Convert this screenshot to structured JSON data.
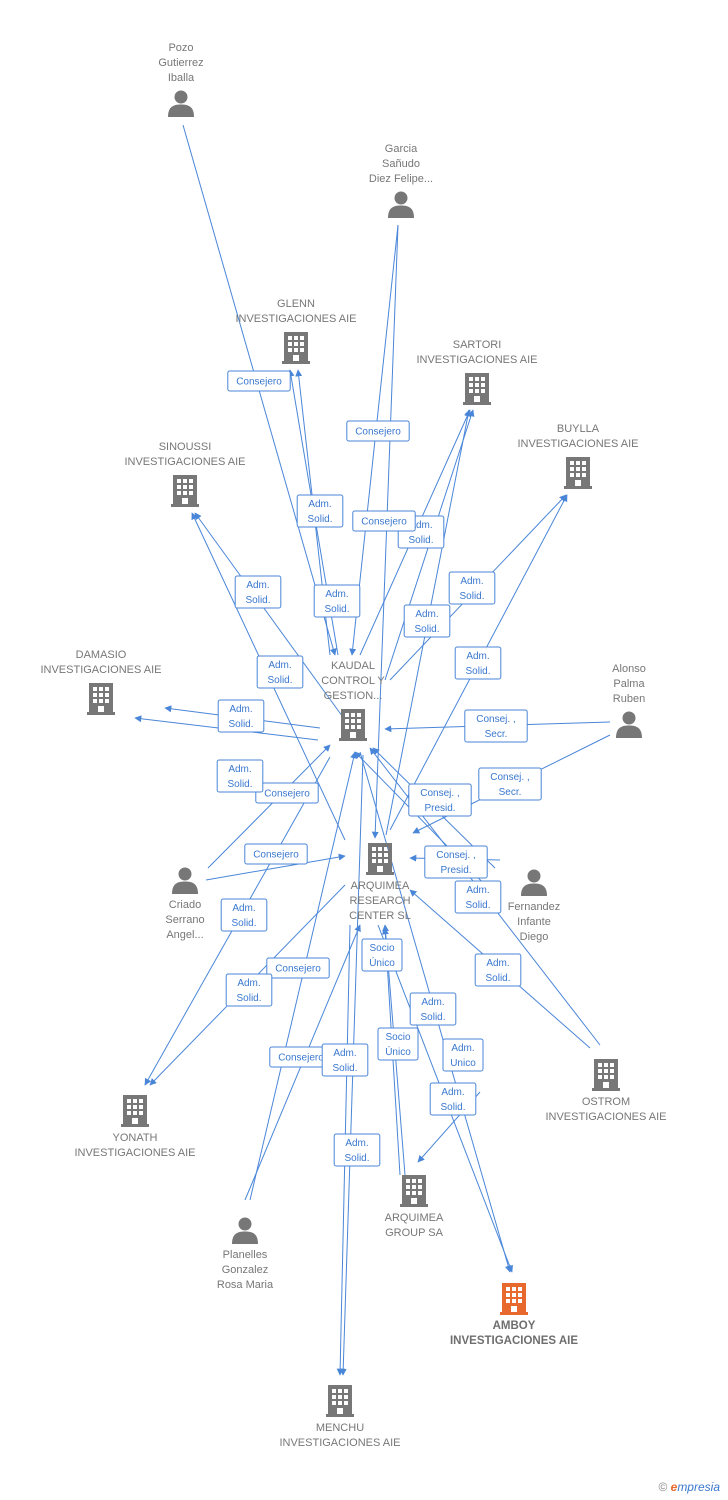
{
  "colors": {
    "edge": "#4a86d8",
    "icon": "#777777",
    "highlight": "#e8692d"
  },
  "nodes": [
    {
      "id": "pozo",
      "type": "person",
      "label": [
        "Pozo",
        "Gutierrez",
        "Iballa"
      ]
    },
    {
      "id": "garcia",
      "type": "person",
      "label": [
        "Garcia",
        "Sañudo",
        "Diez Felipe..."
      ]
    },
    {
      "id": "glenn",
      "type": "company",
      "label": [
        "GLENN",
        "INVESTIGACIONES AIE"
      ]
    },
    {
      "id": "sartori",
      "type": "company",
      "label": [
        "SARTORI",
        "INVESTIGACIONES AIE"
      ]
    },
    {
      "id": "buylla",
      "type": "company",
      "label": [
        "BUYLLA",
        "INVESTIGACIONES AIE"
      ]
    },
    {
      "id": "sinoussi",
      "type": "company",
      "label": [
        "SINOUSSI",
        "INVESTIGACIONES AIE"
      ]
    },
    {
      "id": "damasio",
      "type": "company",
      "label": [
        "DAMASIO",
        "INVESTIGACIONES AIE"
      ]
    },
    {
      "id": "kaudal",
      "type": "company",
      "label": [
        "KAUDAL",
        "CONTROL Y",
        "GESTION..."
      ]
    },
    {
      "id": "alonso",
      "type": "person",
      "label": [
        "Alonso",
        "Palma",
        "Ruben"
      ]
    },
    {
      "id": "arquimea_rc",
      "type": "company",
      "label": [
        "ARQUIMEA",
        "RESEARCH",
        "CENTER SL"
      ]
    },
    {
      "id": "criado",
      "type": "person",
      "label": [
        "Criado",
        "Serrano",
        "Angel..."
      ]
    },
    {
      "id": "fernandez",
      "type": "person",
      "label": [
        "Fernandez",
        "Infante",
        "Diego"
      ]
    },
    {
      "id": "ostrom",
      "type": "company",
      "label": [
        "OSTROM",
        "INVESTIGACIONES AIE"
      ]
    },
    {
      "id": "yonath",
      "type": "company",
      "label": [
        "YONATH",
        "INVESTIGACIONES AIE"
      ]
    },
    {
      "id": "arquimea_g",
      "type": "company",
      "label": [
        "ARQUIMEA",
        "GROUP SA"
      ]
    },
    {
      "id": "planelles",
      "type": "person",
      "label": [
        "Planelles",
        "Gonzalez",
        "Rosa Maria"
      ]
    },
    {
      "id": "amboy",
      "type": "company",
      "highlight": true,
      "label": [
        "AMBOY",
        "INVESTIGACIONES AIE"
      ]
    },
    {
      "id": "menchu",
      "type": "company",
      "label": [
        "MENCHU",
        "INVESTIGACIONES AIE"
      ]
    }
  ],
  "edge_labels": [
    {
      "id": "l1",
      "lines": [
        "Consejero"
      ]
    },
    {
      "id": "l2",
      "lines": [
        "Consejero"
      ]
    },
    {
      "id": "l3",
      "lines": [
        "Adm.",
        "Solid."
      ]
    },
    {
      "id": "l4",
      "lines": [
        "Consejero"
      ]
    },
    {
      "id": "l5",
      "lines": [
        "Adm.",
        "Solid."
      ]
    },
    {
      "id": "l6",
      "lines": [
        "Adm.",
        "Solid."
      ]
    },
    {
      "id": "l7",
      "lines": [
        "Adm.",
        "Solid."
      ]
    },
    {
      "id": "l8",
      "lines": [
        "Adm.",
        "Solid."
      ]
    },
    {
      "id": "l9",
      "lines": [
        "Adm.",
        "Solid."
      ]
    },
    {
      "id": "l10",
      "lines": [
        "Adm.",
        "Solid."
      ]
    },
    {
      "id": "l11",
      "lines": [
        "Adm.",
        "Solid."
      ]
    },
    {
      "id": "l12",
      "lines": [
        "Adm.",
        "Solid."
      ]
    },
    {
      "id": "l13",
      "lines": [
        "Consej. ,",
        "Secr."
      ]
    },
    {
      "id": "l14",
      "lines": [
        "Consejero"
      ]
    },
    {
      "id": "l15",
      "lines": [
        "Adm.",
        "Solid."
      ]
    },
    {
      "id": "l16",
      "lines": [
        "Consej. ,",
        "Secr."
      ]
    },
    {
      "id": "l17",
      "lines": [
        "Consej. ,",
        "Presid."
      ]
    },
    {
      "id": "l18",
      "lines": [
        "Consejero"
      ]
    },
    {
      "id": "l19",
      "lines": [
        "Consej. ,",
        "Presid."
      ]
    },
    {
      "id": "l20",
      "lines": [
        "Adm.",
        "Solid."
      ]
    },
    {
      "id": "l21",
      "lines": [
        "Adm.",
        "Solid."
      ]
    },
    {
      "id": "l22",
      "lines": [
        "Socio",
        "Único"
      ]
    },
    {
      "id": "l23",
      "lines": [
        "Consejero"
      ]
    },
    {
      "id": "l24",
      "lines": [
        "Adm.",
        "Solid."
      ]
    },
    {
      "id": "l25",
      "lines": [
        "Adm.",
        "Solid."
      ]
    },
    {
      "id": "l26",
      "lines": [
        "Adm.",
        "Solid."
      ]
    },
    {
      "id": "l27",
      "lines": [
        "Socio",
        "Único"
      ]
    },
    {
      "id": "l28",
      "lines": [
        "Adm.",
        "Unico"
      ]
    },
    {
      "id": "l29",
      "lines": [
        "Consejero"
      ]
    },
    {
      "id": "l30",
      "lines": [
        "Adm.",
        "Solid."
      ]
    },
    {
      "id": "l31",
      "lines": [
        "Adm.",
        "Solid."
      ]
    },
    {
      "id": "l32",
      "lines": [
        "Adm.",
        "Solid."
      ]
    }
  ],
  "footer": {
    "copyright": "©",
    "brand_initial": "e",
    "brand_rest": "mpresia"
  }
}
